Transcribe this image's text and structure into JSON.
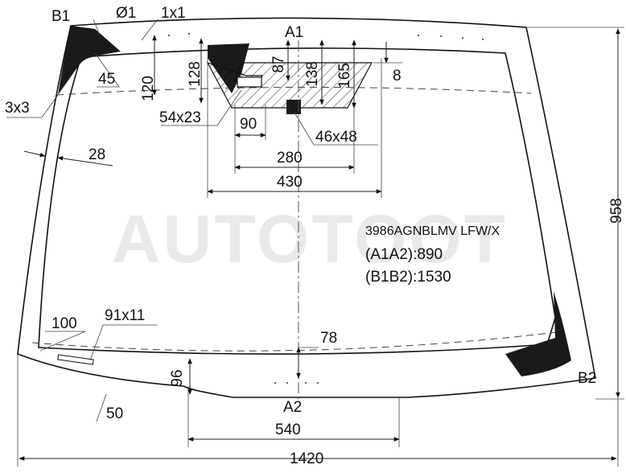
{
  "watermark": "AUTOTOOT",
  "part_number": "3986AGNBLMV LFW/X",
  "dimension_a": "(A1A2):890",
  "dimension_b": "(B1B2):1530",
  "points": {
    "b1": "B1",
    "b2": "B2",
    "a1": "A1",
    "a2": "A2"
  },
  "dimensions": {
    "hole_diameter": "Ø1",
    "mark_1x1": "1x1",
    "d120": "120",
    "d128": "128",
    "d87": "87",
    "d138": "138",
    "d165": "165",
    "d8": "8",
    "d45": "45",
    "d3x3": "3x3",
    "d54x23": "54x23",
    "d90": "90",
    "d46x48": "46x48",
    "d28": "28",
    "d280": "280",
    "d430": "430",
    "d958": "958",
    "d100": "100",
    "d91x11": "91x11",
    "d78": "78",
    "d96": "96",
    "d50": "50",
    "d540": "540",
    "d1420": "1420"
  },
  "colors": {
    "line": "#111111",
    "ceramic_band": "#1a1a1a",
    "watermark": "#e9e9e9"
  }
}
